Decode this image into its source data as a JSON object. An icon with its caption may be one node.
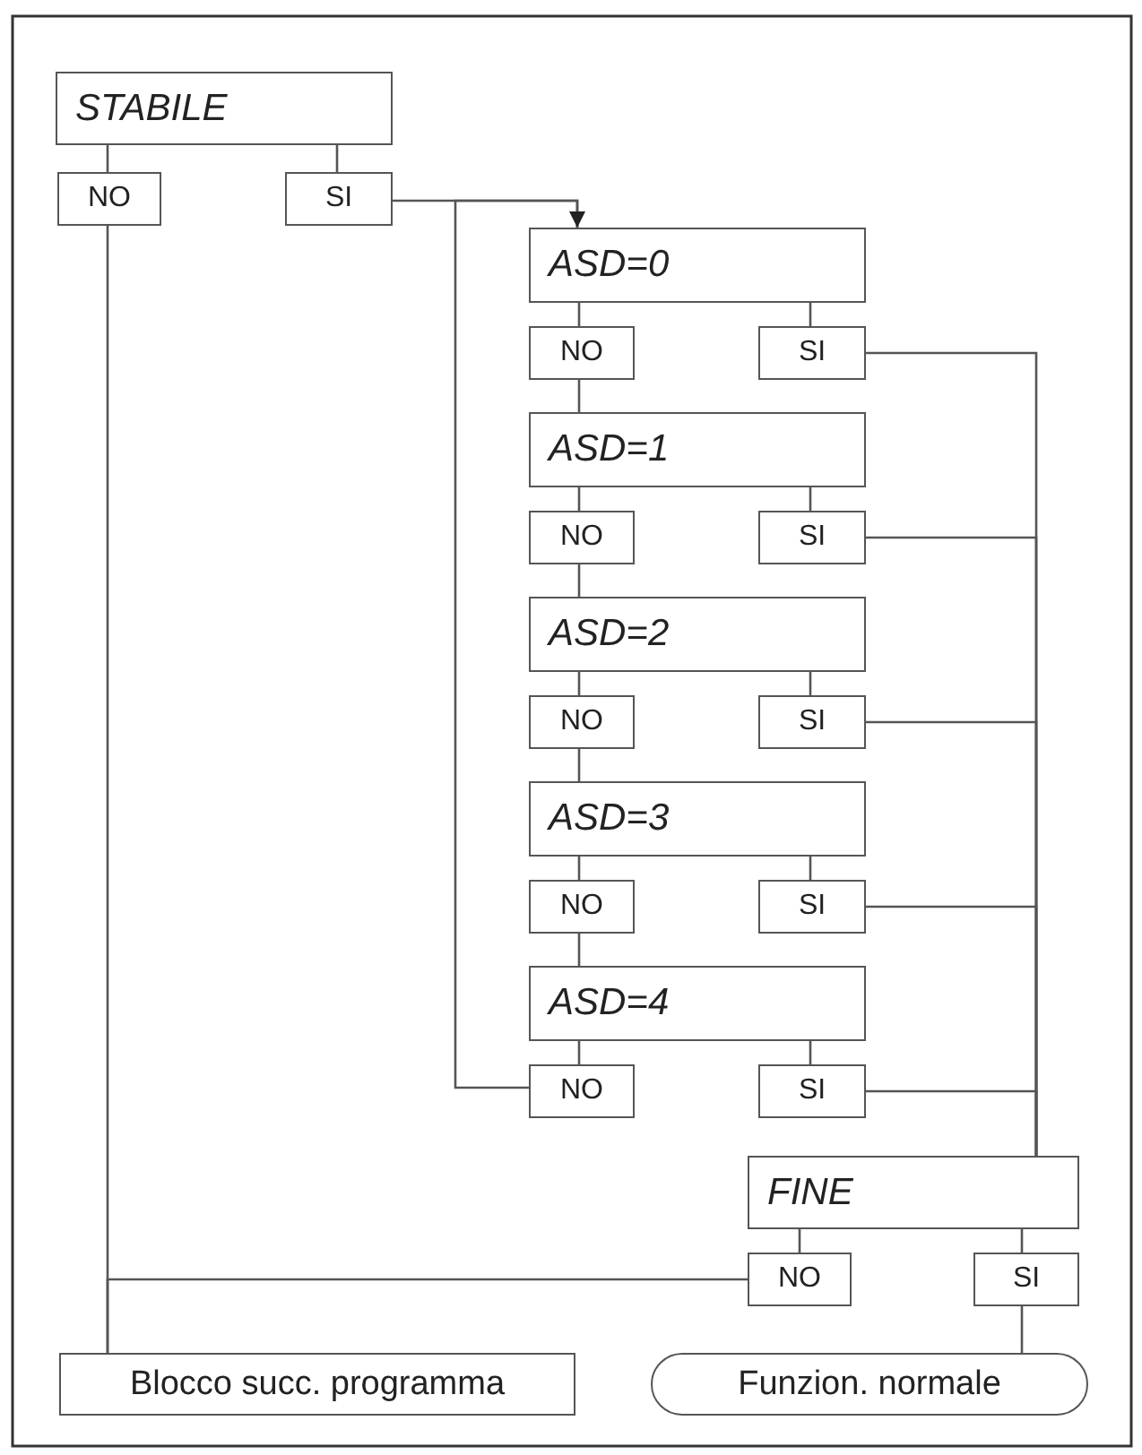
{
  "diagram": {
    "nodes": [
      {
        "text": [
          "STABILE"
        ]
      },
      {
        "text": [
          "NO"
        ]
      },
      {
        "text": [
          "SI"
        ]
      },
      {
        "text": [
          "ASD=0"
        ]
      },
      {
        "text": [
          "NO"
        ]
      },
      {
        "text": [
          "SI"
        ]
      },
      {
        "text": [
          "ASD=1"
        ]
      },
      {
        "text": [
          "NO"
        ]
      },
      {
        "text": [
          "SI"
        ]
      },
      {
        "text": [
          "ASD=2"
        ]
      },
      {
        "text": [
          "NO"
        ]
      },
      {
        "text": [
          "SI"
        ]
      },
      {
        "text": [
          "ASD=3"
        ]
      },
      {
        "text": [
          "NO"
        ]
      },
      {
        "text": [
          "SI"
        ]
      },
      {
        "text": [
          "ASD=4"
        ]
      },
      {
        "text": [
          "NO"
        ]
      },
      {
        "text": [
          "SI"
        ]
      },
      {
        "text": [
          "FINE"
        ]
      },
      {
        "text": [
          "NO"
        ]
      },
      {
        "text": [
          "SI"
        ]
      },
      {
        "text": [
          "Blocco succ. programma"
        ]
      },
      {
        "text": [
          "Funzion. normale"
        ]
      }
    ],
    "edges": [
      {
        "from": 0,
        "to": 1,
        "arrow": "none"
      },
      {
        "from": 0,
        "to": 2,
        "arrow": "none"
      },
      {
        "from": 2,
        "to": 3,
        "arrow": "none"
      },
      {
        "from": 3,
        "to": 4,
        "arrow": "none"
      },
      {
        "from": 3,
        "to": 5,
        "arrow": "none"
      },
      {
        "from": 4,
        "to": 6,
        "arrow": "none"
      },
      {
        "from": 6,
        "to": 7,
        "arrow": "none"
      },
      {
        "from": 6,
        "to": 8,
        "arrow": "none"
      },
      {
        "from": 7,
        "to": 9,
        "arrow": "none"
      },
      {
        "from": 9,
        "to": 10,
        "arrow": "none"
      },
      {
        "from": 9,
        "to": 11,
        "arrow": "none"
      },
      {
        "from": 10,
        "to": 12,
        "arrow": "none"
      },
      {
        "from": 12,
        "to": 13,
        "arrow": "none"
      },
      {
        "from": 12,
        "to": 14,
        "arrow": "none"
      },
      {
        "from": 13,
        "to": 15,
        "arrow": "none"
      },
      {
        "from": 15,
        "to": 16,
        "arrow": "none"
      },
      {
        "from": 15,
        "to": 17,
        "arrow": "none"
      },
      {
        "from": 16,
        "to": 3,
        "arrow": "to"
      },
      {
        "from": 5,
        "to": 18,
        "arrow": "none"
      },
      {
        "from": 8,
        "to": 18,
        "arrow": "none"
      },
      {
        "from": 11,
        "to": 18,
        "arrow": "none"
      },
      {
        "from": 14,
        "to": 18,
        "arrow": "none"
      },
      {
        "from": 17,
        "to": 18,
        "arrow": "none"
      },
      {
        "from": 18,
        "to": 19,
        "arrow": "none"
      },
      {
        "from": 18,
        "to": 20,
        "arrow": "none"
      },
      {
        "from": 1,
        "to": 21,
        "arrow": "none"
      },
      {
        "from": 19,
        "to": 21,
        "arrow": "none"
      },
      {
        "from": 20,
        "to": 22,
        "arrow": "none"
      }
    ]
  }
}
